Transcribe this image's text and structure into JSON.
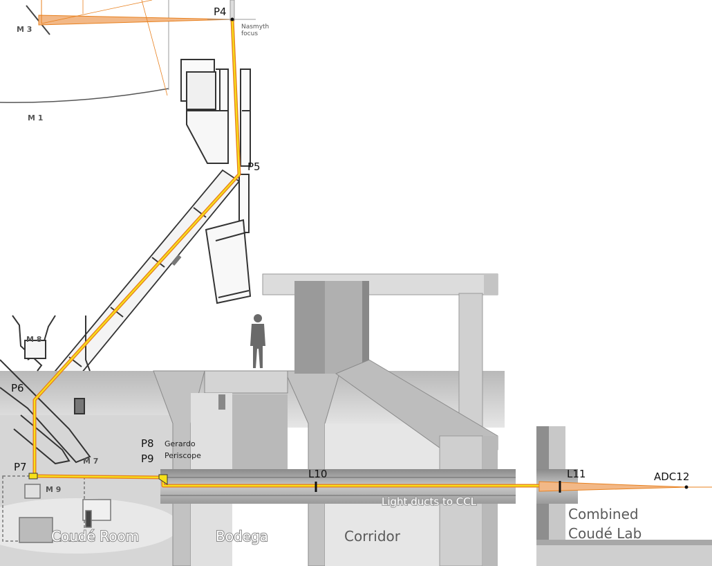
{
  "mirror_labels": {
    "m3": "M 3",
    "m1": "M 1",
    "m8": "M 8",
    "m7": "M 7",
    "m9": "M 9"
  },
  "points": {
    "p4": "P4",
    "p5": "P5",
    "p6": "P6",
    "p7": "P7",
    "p8": "P8",
    "p9": "P9",
    "l10": "L10",
    "l11": "L11",
    "adc12": "ADC12"
  },
  "notes": {
    "nasmyth_line1": "Nasmyth",
    "nasmyth_line2": "focus",
    "gerardo_line1": "Gerardo",
    "gerardo_line2": "Periscope",
    "light_ducts": "Light ducts to CCL"
  },
  "rooms": {
    "coude_room": "Coudé Room",
    "bodega": "Bodega",
    "corridor": "Corridor",
    "ccl_line1": "Combined",
    "ccl_line2": "Coudé Lab"
  },
  "colors": {
    "beam_core": "#f7e11a",
    "beam_edge": "#e8801e",
    "beam_cone": "#f2b887",
    "wall_dark": "#8c8c8c",
    "wall_mid": "#b4b4b4",
    "wall_light": "#d8d8d8",
    "line_dark": "#333333"
  }
}
